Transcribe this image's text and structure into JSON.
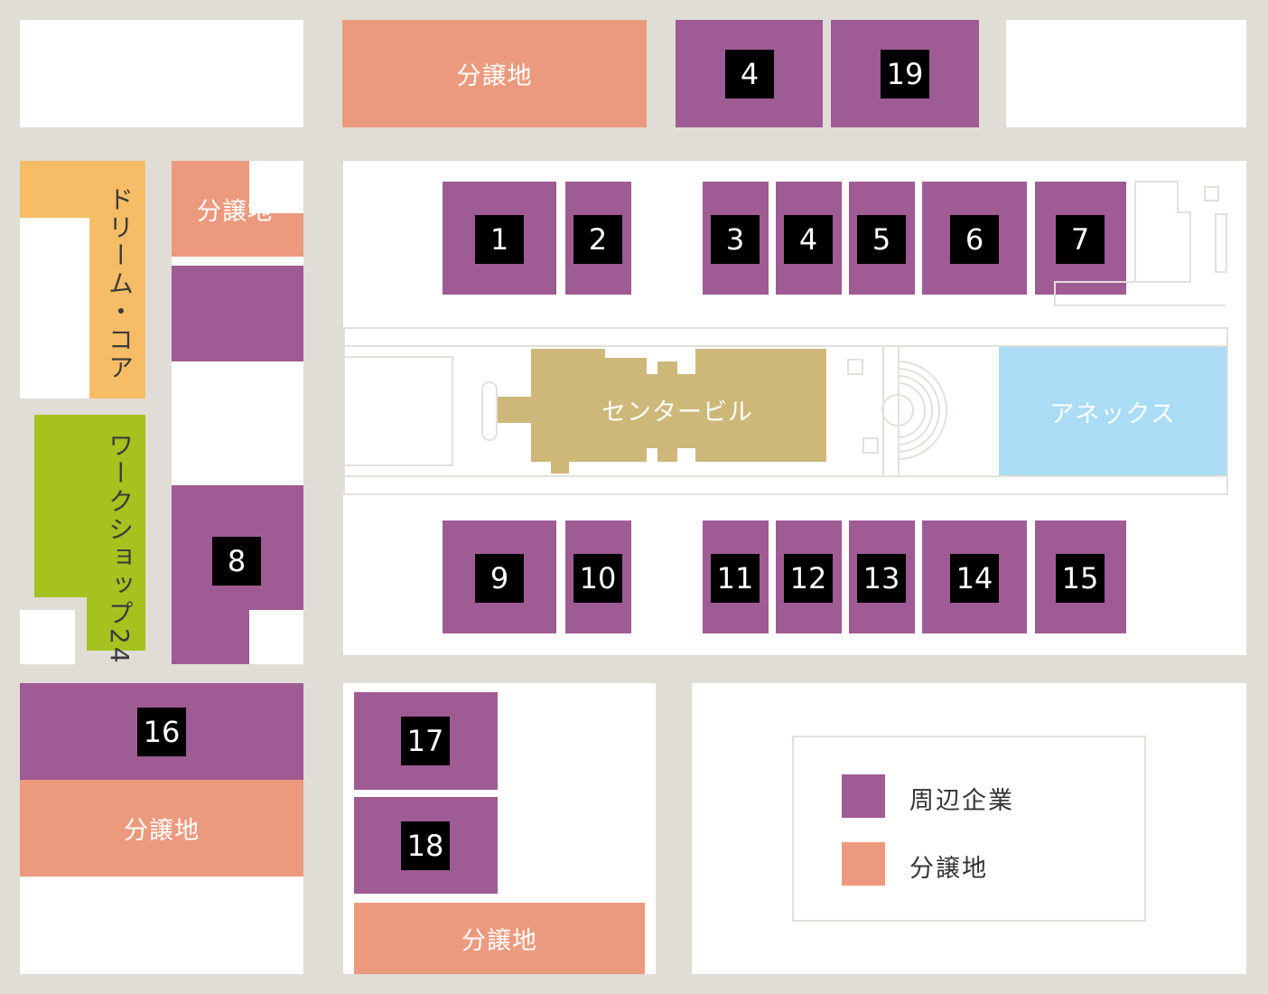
{
  "labels": {
    "bunjouchi": "分譲地",
    "dream_core": "ドリーム・コア",
    "workshop": "ワークショップ24",
    "center_bldg": "センタービル",
    "annex": "アネックス"
  },
  "lots": [
    "1",
    "2",
    "3",
    "4",
    "5",
    "6",
    "7",
    "8",
    "9",
    "10",
    "11",
    "12",
    "13",
    "14",
    "15",
    "16",
    "17",
    "18",
    "19"
  ],
  "top_row_lots": [
    "4",
    "19"
  ],
  "legend": {
    "items": [
      {
        "label": "周辺企業",
        "color": "#9f5b93"
      },
      {
        "label": "分譲地",
        "color": "#ec9a7e"
      }
    ]
  },
  "colors": {
    "company": "#9f5b93",
    "for_sale": "#ec9a7e",
    "dream_core": "#f6bd66",
    "workshop": "#a5c21f",
    "annex": "#aadcf5",
    "center": "#cdb87a",
    "road": "#dfddd6"
  }
}
